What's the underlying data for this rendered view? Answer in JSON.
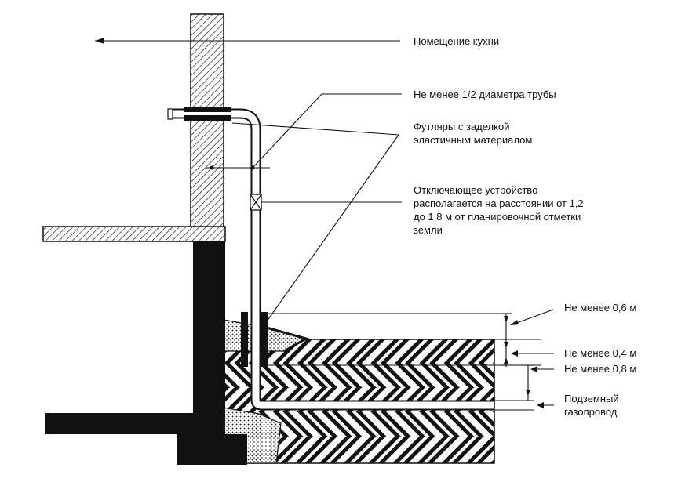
{
  "labels": {
    "kitchen": "Помещение кухни",
    "half_diameter": "Не менее 1/2 диаметра трубы",
    "sleeves": [
      "Футляры с заделкой",
      "эластичным материалом"
    ],
    "shutoff": [
      "Отключающее устройство",
      "располагается на расстоянии от 1,2",
      "до 1,8 м от планировочной отметки",
      "земли"
    ],
    "dim_06": "Не менее 0,6 м",
    "dim_04": "Не менее 0,4 м",
    "dim_08": "Не менее 0,8 м",
    "underground": [
      "Подземный",
      "газопровод"
    ]
  },
  "colors": {
    "ink": "#111111",
    "paper": "#ffffff",
    "soil_hatch": "#111111"
  }
}
